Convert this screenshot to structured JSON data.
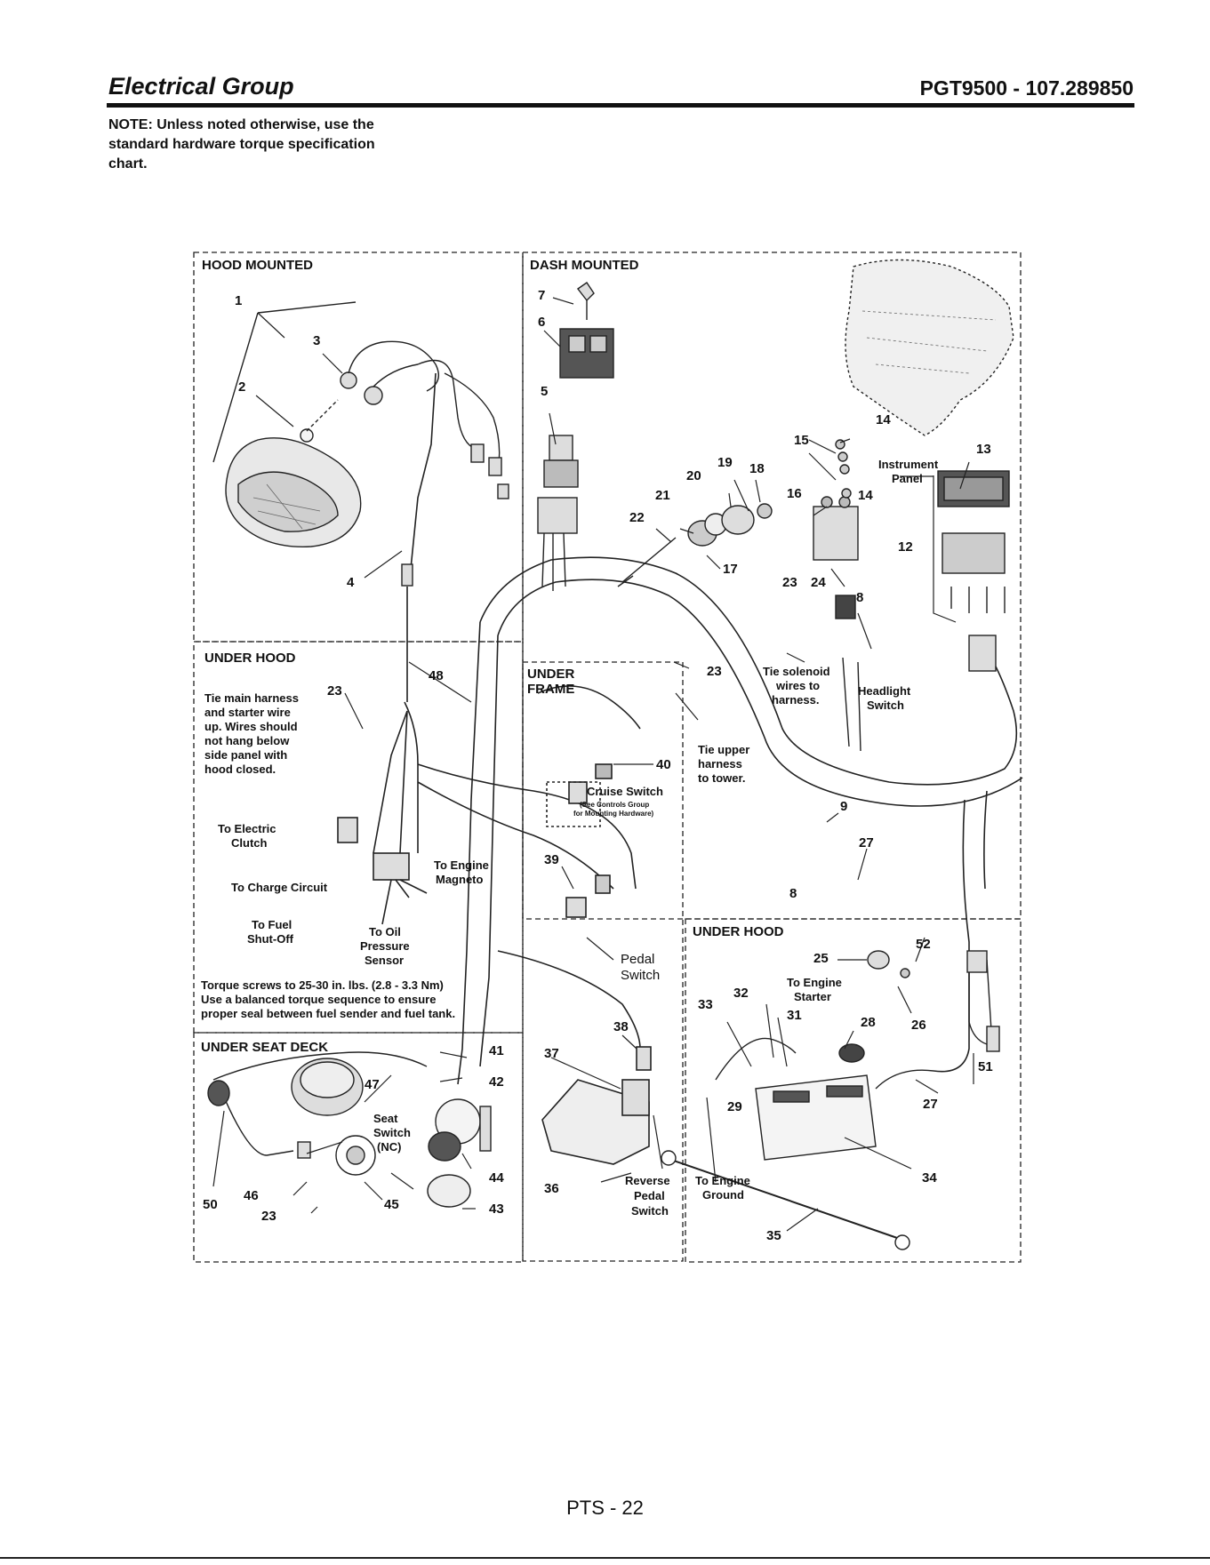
{
  "header": {
    "title": "Electrical Group",
    "model": "PGT9500 - 107.289850"
  },
  "note": "NOTE: Unless noted otherwise, use the standard hardware torque specification chart.",
  "sections": {
    "hood_mounted": "HOOD MOUNTED",
    "dash_mounted": "DASH MOUNTED",
    "under_hood_left": "UNDER HOOD",
    "under_frame_1": "UNDER",
    "under_frame_2": "FRAME",
    "under_seat_deck": "UNDER SEAT DECK",
    "under_hood_right": "UNDER HOOD"
  },
  "callouts": {
    "c1": "1",
    "c2": "2",
    "c3": "3",
    "c4": "4",
    "c5": "5",
    "c6": "6",
    "c7": "7",
    "c8a": "8",
    "c8b": "8",
    "c9": "9",
    "c12": "12",
    "c13": "13",
    "c14a": "14",
    "c14b": "14",
    "c15": "15",
    "c16": "16",
    "c17": "17",
    "c18": "18",
    "c19": "19",
    "c20": "20",
    "c21": "21",
    "c22": "22",
    "c23a": "23",
    "c23b": "23",
    "c23c": "23",
    "c23d": "23",
    "c24": "24",
    "c25": "25",
    "c26": "26",
    "c27a": "27",
    "c27b": "27",
    "c28": "28",
    "c29": "29",
    "c31": "31",
    "c32": "32",
    "c33": "33",
    "c34": "34",
    "c35": "35",
    "c36": "36",
    "c37": "37",
    "c38": "38",
    "c39": "39",
    "c40": "40",
    "c41": "41",
    "c42": "42",
    "c43": "43",
    "c44": "44",
    "c45": "45",
    "c46": "46",
    "c47": "47",
    "c48": "48",
    "c50": "50",
    "c51": "51",
    "c52": "52"
  },
  "labels": {
    "tie_main_1": "Tie main harness",
    "tie_main_2": "and starter wire",
    "tie_main_3": "up. Wires should",
    "tie_main_4": "not hang below",
    "tie_main_5": "side panel with",
    "tie_main_6": "hood closed.",
    "to_electric_1": "To Electric",
    "to_electric_2": "Clutch",
    "to_charge": "To Charge Circuit",
    "to_engine_mag_1": "To Engine",
    "to_engine_mag_2": "Magneto",
    "to_fuel_1": "To Fuel",
    "to_fuel_2": "Shut-Off",
    "to_oil_1": "To Oil",
    "to_oil_2": "Pressure",
    "to_oil_3": "Sensor",
    "torque_1": "Torque screws to 25-30 in. lbs. (2.8 - 3.3 Nm)",
    "torque_2": "Use a balanced torque sequence to ensure",
    "torque_3": "proper seal between fuel sender and fuel tank.",
    "seat_1": "Seat",
    "seat_2": "Switch",
    "seat_3": "(NC)",
    "cruise": "Cruise Switch",
    "cruise_note_1": "(See Controls Group",
    "cruise_note_2": "for Mounting Hardware)",
    "pedal_1": "Pedal",
    "pedal_2": "Switch",
    "reverse_1": "Reverse",
    "reverse_2": "Pedal",
    "reverse_3": "Switch",
    "tie_upper_1": "Tie upper",
    "tie_upper_2": "harness",
    "tie_upper_3": "to tower.",
    "tie_sol_1": "Tie solenoid",
    "tie_sol_2": "wires to",
    "tie_sol_3": "harness.",
    "headlight_1": "Headlight",
    "headlight_2": "Switch",
    "instrument_1": "Instrument",
    "instrument_2": "Panel",
    "to_engine_starter_1": "To Engine",
    "to_engine_starter_2": "Starter",
    "to_engine_ground_1": "To Engine",
    "to_engine_ground_2": "Ground"
  },
  "footer": {
    "page": "PTS - 22"
  }
}
